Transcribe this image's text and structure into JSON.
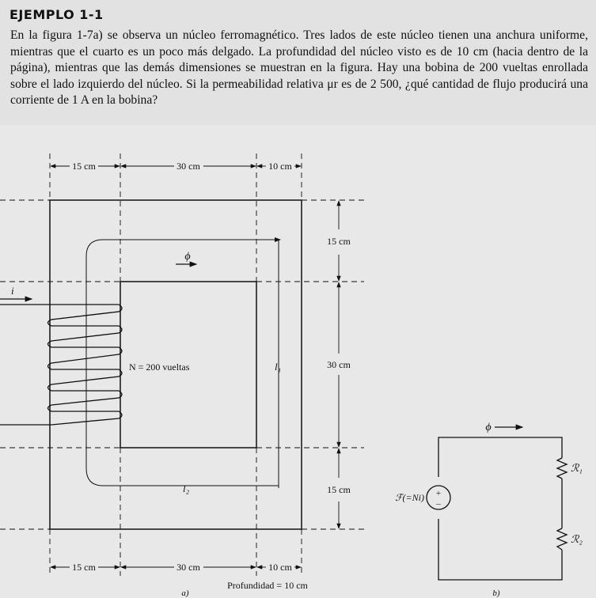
{
  "example": {
    "title": "EJEMPLO 1-1",
    "paragraph": "En la figura 1-7a) se observa un núcleo ferromagnético. Tres lados de este núcleo tienen una anchura uniforme, mientras que el cuarto es un poco más delgado. La profundidad del núcleo visto es de 10 cm (hacia dentro de la página), mientras que las demás dimensiones se muestran en la figura. Hay una bobina de 200 vueltas enrollada sobre el lado izquierdo del núcleo. Si la permeabilidad relativa μr es de 2 500, ¿qué cantidad de flujo producirá una corriente de 1 A en la bobina?"
  },
  "figure_a": {
    "top_dims": [
      "15 cm",
      "30 cm",
      "10 cm"
    ],
    "bottom_dims": [
      "15 cm",
      "30 cm",
      "10 cm"
    ],
    "side_dims": [
      "15 cm",
      "30 cm",
      "15 cm"
    ],
    "flux_symbol": "ϕ",
    "current_symbol": "i",
    "coil_label": "N = 200 vueltas",
    "path_label_1": "l₁",
    "path_label_2": "l₂",
    "depth_label": "Profundidad = 10 cm",
    "caption": "a)"
  },
  "figure_b": {
    "flux_symbol": "ϕ",
    "source_label": "ℱ(=Ni)",
    "source_plus": "+",
    "source_minus": "–",
    "r1_label": "ℛ₁",
    "r2_label": "ℛ₂",
    "caption": "b)"
  },
  "colors": {
    "header_bg": "#e2e2e2",
    "figure_bg": "#e8e8e8",
    "ink": "#111111"
  }
}
